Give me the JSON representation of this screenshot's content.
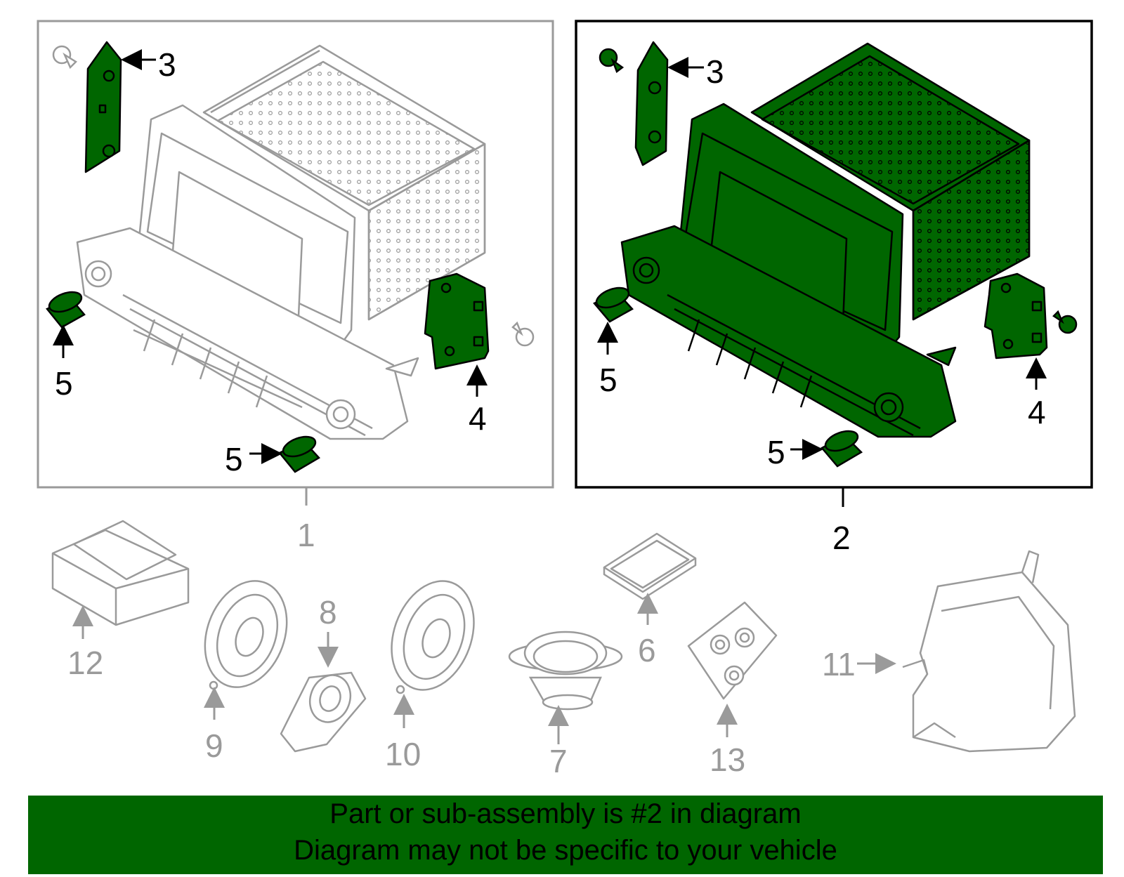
{
  "diagram": {
    "highlight_color": "#006600",
    "faded_color": "#9a9a9a",
    "callouts": {
      "c1": "1",
      "c2": "2",
      "c3a": "3",
      "c3b": "3",
      "c4a": "4",
      "c4b": "4",
      "c5a": "5",
      "c5b": "5",
      "c5c": "5",
      "c5d": "5",
      "c6": "6",
      "c7": "7",
      "c8": "8",
      "c9": "9",
      "c10": "10",
      "c11": "11",
      "c12": "12",
      "c13": "13"
    }
  },
  "banner": {
    "line1": "Part or sub-assembly is #2 in diagram",
    "line2": "Diagram may not be specific to your vehicle"
  }
}
